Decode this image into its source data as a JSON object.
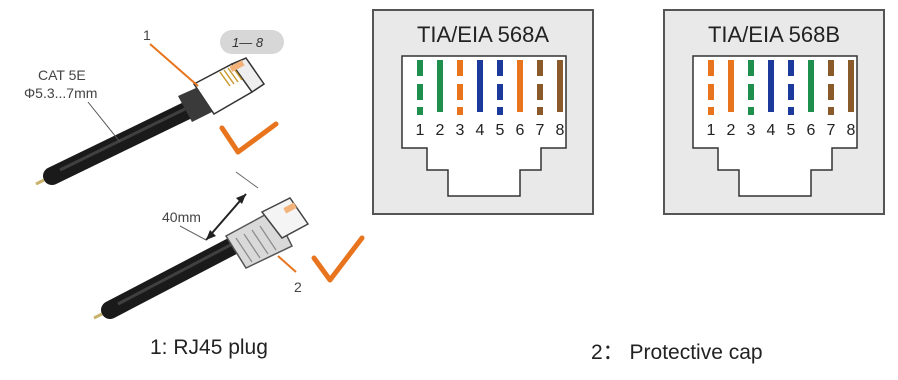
{
  "cable": {
    "type_label": "CAT 5E",
    "diameter_label": "Φ5.3...7mm",
    "length_label": "40mm",
    "callout_1": "1",
    "callout_2": "2",
    "pin_range_label": "1— 8"
  },
  "standards": [
    {
      "title": "TIA/EIA 568A",
      "pins": [
        "1",
        "2",
        "3",
        "4",
        "5",
        "6",
        "7",
        "8"
      ],
      "wires": [
        {
          "color": "#1f8f4e",
          "striped": true
        },
        {
          "color": "#1f8f4e",
          "striped": false
        },
        {
          "color": "#e8741e",
          "striped": true
        },
        {
          "color": "#1c3a9c",
          "striped": false
        },
        {
          "color": "#1c3a9c",
          "striped": true
        },
        {
          "color": "#e8741e",
          "striped": false
        },
        {
          "color": "#8b5a2b",
          "striped": true
        },
        {
          "color": "#8b5a2b",
          "striped": false
        }
      ]
    },
    {
      "title": "TIA/EIA 568B",
      "pins": [
        "1",
        "2",
        "3",
        "4",
        "5",
        "6",
        "7",
        "8"
      ],
      "wires": [
        {
          "color": "#e8741e",
          "striped": true
        },
        {
          "color": "#e8741e",
          "striped": false
        },
        {
          "color": "#1f8f4e",
          "striped": true
        },
        {
          "color": "#1c3a9c",
          "striped": false
        },
        {
          "color": "#1c3a9c",
          "striped": true
        },
        {
          "color": "#1f8f4e",
          "striped": false
        },
        {
          "color": "#8b5a2b",
          "striped": true
        },
        {
          "color": "#8b5a2b",
          "striped": false
        }
      ]
    }
  ],
  "captions": {
    "plug": "1: RJ45 plug",
    "cap": "2： Protective cap"
  },
  "colors": {
    "check": "#e8741e",
    "panel_fill": "#e9e9e9",
    "panel_border": "#555555",
    "cable": "#1a1a1a",
    "plug_body": "#d9d9d9"
  }
}
